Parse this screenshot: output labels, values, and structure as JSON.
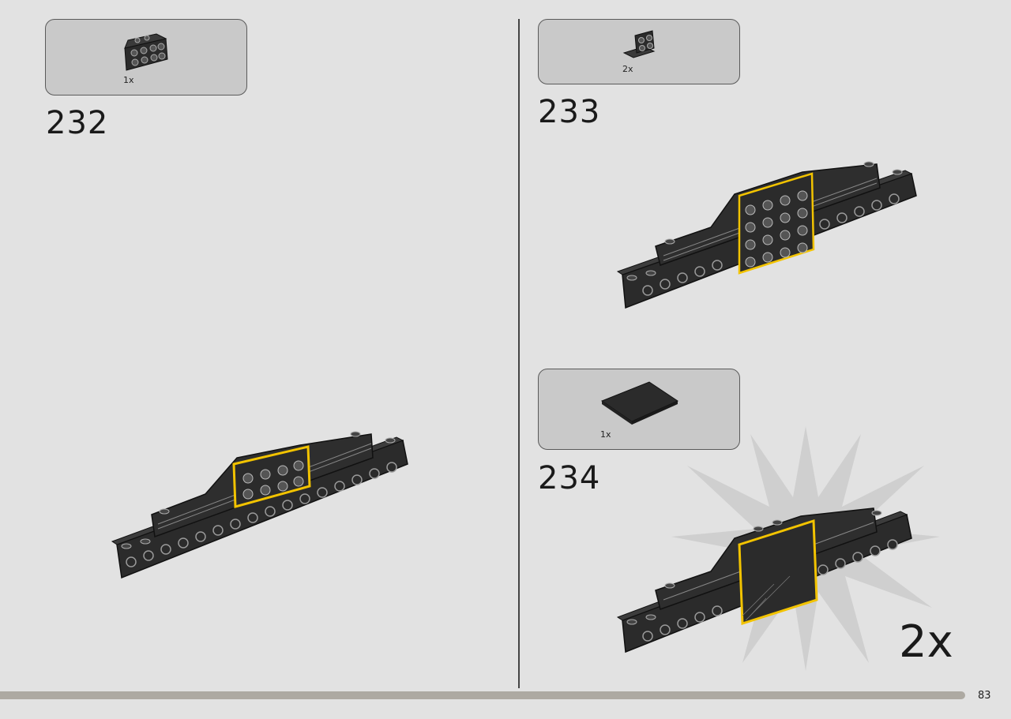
{
  "steps": [
    {
      "number": "232",
      "parts": [
        {
          "qty": "1x",
          "part": "bracket-plate-icon"
        }
      ]
    },
    {
      "number": "233",
      "parts": [
        {
          "qty": "2x",
          "part": "angle-bracket-icon"
        }
      ]
    },
    {
      "number": "234",
      "parts": [
        {
          "qty": "1x",
          "part": "flat-tile-icon"
        }
      ],
      "multiplier": "2x"
    }
  ],
  "page_number": "83",
  "colors": {
    "background": "#e2e2e2",
    "callout": "#c9c9c9",
    "brick": "#2b2b2b",
    "highlight": "#f2c300",
    "progress": "#ada9a2"
  }
}
